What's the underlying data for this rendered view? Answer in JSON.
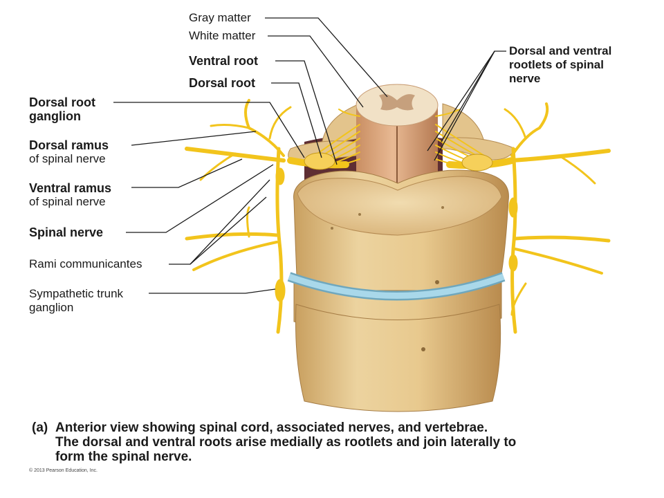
{
  "labels": {
    "gray_matter": "Gray matter",
    "white_matter": "White matter",
    "ventral_root": "Ventral root",
    "dorsal_root": "Dorsal root",
    "rootlets": [
      "Dorsal and ventral",
      "rootlets of spinal",
      "nerve"
    ],
    "dorsal_root_ganglion": [
      "Dorsal root",
      "ganglion"
    ],
    "dorsal_ramus": [
      "Dorsal ramus",
      "of spinal nerve"
    ],
    "ventral_ramus": [
      "Ventral ramus",
      "of spinal nerve"
    ],
    "spinal_nerve": "Spinal nerve",
    "rami_communicantes": "Rami communicantes",
    "sympathetic_trunk_ganglion": [
      "Sympathetic trunk",
      "ganglion"
    ]
  },
  "caption": {
    "tag": "(a)",
    "lines": [
      "Anterior view showing spinal cord, associated nerves, and vertebrae.",
      "The dorsal and ventral roots arise medially as rootlets and join laterally to",
      "form the spinal nerve."
    ]
  },
  "copyright": "© 2013 Pearson Education, Inc.",
  "colors": {
    "bone": "#e6c891",
    "bone_shadow": "#c49a5c",
    "nerve": "#f3c51f",
    "disc": "#a8d6e6",
    "cord": "#d6a27a"
  }
}
